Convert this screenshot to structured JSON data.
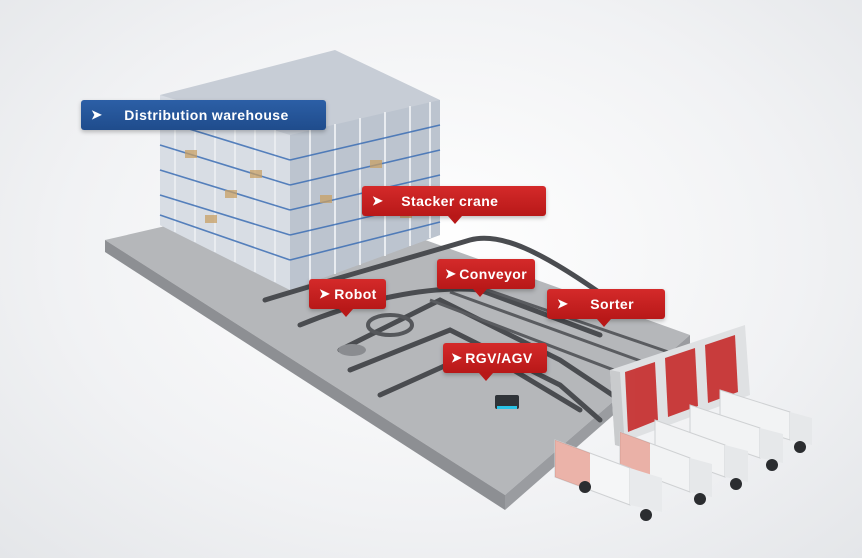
{
  "callouts": {
    "distribution_warehouse": "Distribution warehouse",
    "stacker_crane": "Stacker crane",
    "robot": "Robot",
    "conveyor": "Conveyor",
    "sorter": "Sorter",
    "rgv_agv": "RGV/AGV"
  },
  "colors": {
    "callout_red": "#c41f1f",
    "callout_blue": "#2a5aa0",
    "rack_blue": "#3d6fb5",
    "floor_gray": "#a8aaad",
    "dock_red": "#c42020"
  },
  "icons": {
    "callout_marker": "chevron-right-icon"
  }
}
